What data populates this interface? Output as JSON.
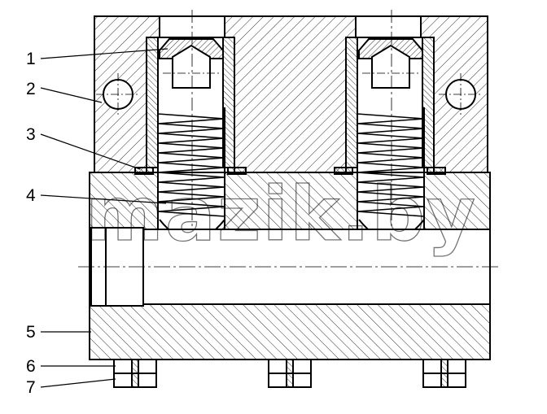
{
  "labels": [
    "1",
    "2",
    "3",
    "4",
    "5",
    "6",
    "7"
  ],
  "watermark": "mazik.by"
}
